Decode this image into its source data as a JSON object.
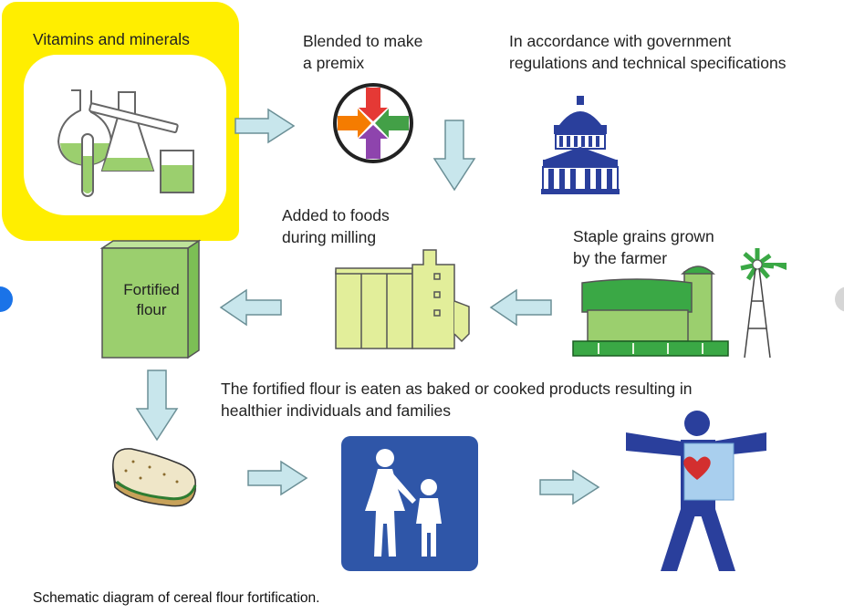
{
  "labels": {
    "vitamins": "Vitamins and minerals",
    "premix": "Blended to make\na premix",
    "government": "In accordance with government\nregulations and technical specifications",
    "added": "Added to foods\nduring milling",
    "grains": "Staple grains grown\nby the farmer",
    "fortified_box": "Fortified\nflour",
    "eaten": "The fortified flour is eaten as baked or cooked products resulting in\nhealthier individuals and families"
  },
  "caption": "Schematic diagram of cereal flour fortification.",
  "colors": {
    "highlight": "#ffee00",
    "arrow_fill": "#c8e6ec",
    "arrow_stroke": "#6b8f96",
    "green_dark": "#3aa845",
    "green_light": "#9bcf6e",
    "pale_yellow": "#e2ee9a",
    "blue_sign": "#2f56a8",
    "navy": "#2a3f9c"
  },
  "icons": [
    "lab-glassware-icon",
    "premix-compass-icon",
    "capitol-building-icon",
    "grain-mill-icon",
    "farm-barn-icon",
    "windmill-icon",
    "flour-bag-icon",
    "bread-sandwich-icon",
    "mother-child-sign-icon",
    "healthy-person-icon"
  ]
}
